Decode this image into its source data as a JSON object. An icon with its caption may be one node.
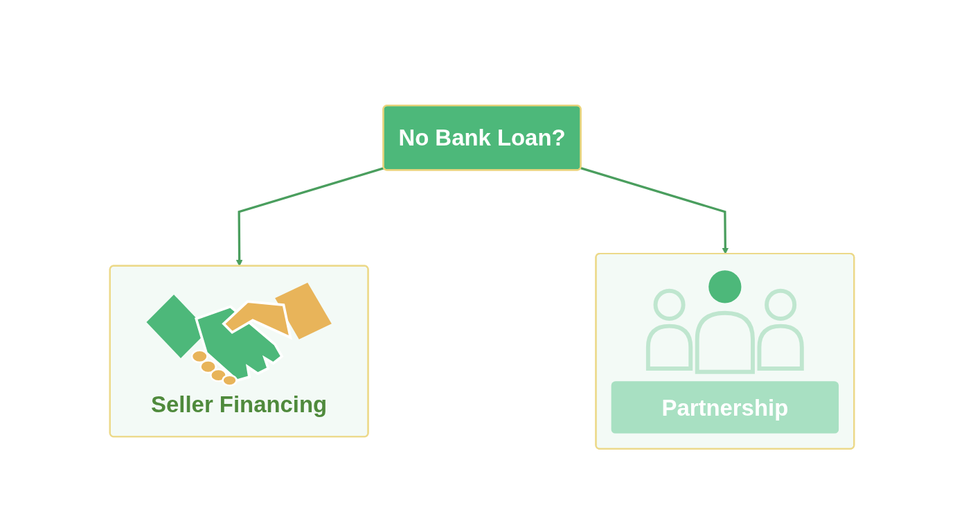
{
  "diagram": {
    "nodes": [
      {
        "text": [
          "No Bank Loan?"
        ]
      },
      {
        "text": [
          "Seller Financing"
        ]
      },
      {
        "text": [
          "Partnership"
        ]
      }
    ],
    "edges": [
      {
        "from": 0,
        "to": 1,
        "arrow": "to"
      },
      {
        "from": 0,
        "to": 2,
        "arrow": "to"
      }
    ]
  }
}
